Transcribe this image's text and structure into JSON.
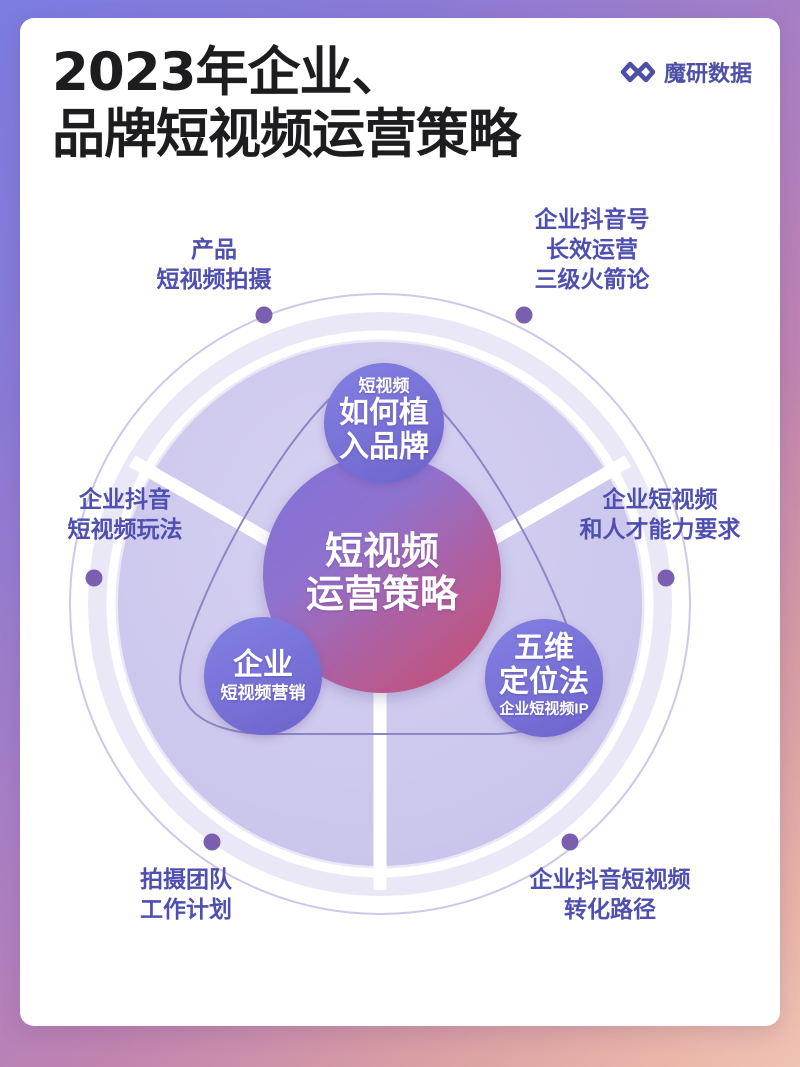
{
  "header": {
    "title_line1": "2023年企业、",
    "title_line2": "品牌短视频运营策略",
    "brand_name": "魔研数据",
    "brand_icon": "double-chevron-logo-icon"
  },
  "colors": {
    "background_start": "#7b7ce0",
    "background_end": "#f0c3b4",
    "card": "#ffffff",
    "label_text": "#4e4fb0",
    "brand_text": "#4e50a8",
    "disc_fill": "#cfcbee",
    "ring_fill": "#e8e6f6",
    "dot": "#7a5fb0",
    "core_gradient_start": "#7b6fd4",
    "core_gradient_end": "#c4587e",
    "satellite_fill": "#7a76dc"
  },
  "outer_labels": [
    {
      "id": "product-shooting",
      "lines": [
        "产品",
        "短视频拍摄"
      ]
    },
    {
      "id": "douyin-rocket",
      "lines": [
        "企业抖音号",
        "长效运营",
        "三级火箭论"
      ]
    },
    {
      "id": "douyin-playbook",
      "lines": [
        "企业抖音",
        "短视频玩法"
      ]
    },
    {
      "id": "talent-requirements",
      "lines": [
        "企业短视频",
        "和人才能力要求"
      ]
    },
    {
      "id": "crew-work-plan",
      "lines": [
        "拍摄团队",
        "工作计划"
      ]
    },
    {
      "id": "conversion-path",
      "lines": [
        "企业抖音短视频",
        "转化路径"
      ]
    }
  ],
  "core": {
    "id": "core-strategy",
    "line1": "短视频",
    "line2": "运营策略"
  },
  "satellites": [
    {
      "id": "brand-integration",
      "position": "top",
      "small_top": "短视频",
      "big_line1": "如何植",
      "big_line2": "入品牌",
      "small_bottom": ""
    },
    {
      "id": "enterprise-marketing",
      "position": "bottom-left",
      "small_top": "",
      "big_line1": "企业",
      "big_line2": "",
      "small_bottom": "短视频营销"
    },
    {
      "id": "five-dimension-positioning",
      "position": "bottom-right",
      "small_top": "",
      "big_line1": "五维",
      "big_line2": "定位法",
      "small_bottom": "企业短视频IP"
    }
  ]
}
